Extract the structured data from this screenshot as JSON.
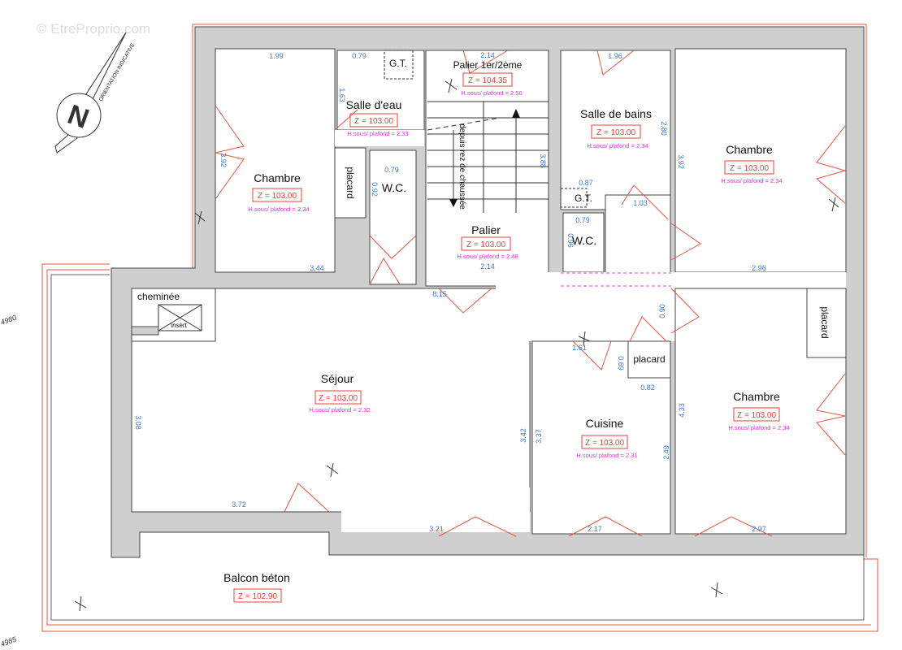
{
  "watermark": "© EtreProprio.com",
  "compass": {
    "letter": "N",
    "label": "ORIENTATION INDICATIVE"
  },
  "edge_labels": [
    "4980",
    "4985"
  ],
  "colors": {
    "wall": "#cfcfcf",
    "elevation": "#e8403a",
    "ceiling_height": "#e030e0",
    "dimension": "#3a78d8",
    "outline": "#e8553f"
  },
  "rooms": {
    "chambre_nw": {
      "name": "Chambre",
      "z": "Z = 103.00",
      "h": "H.sous/ plafond = 2.34"
    },
    "salle_eau": {
      "name": "Salle d'eau",
      "z": "Z = 103.00",
      "h": "H.sous/ plafond = 2.33"
    },
    "gt1": {
      "name": "G.T."
    },
    "placard1": {
      "name": "placard"
    },
    "wc1": {
      "name": "W.C."
    },
    "palier_haut": {
      "name": "Palier 1er/2ème",
      "z": "Z = 104.35",
      "h": "H.sous/ plafond = 2.56"
    },
    "stair": {
      "name": "depuis rez de chaussée"
    },
    "palier": {
      "name": "Palier",
      "z": "Z = 103.00",
      "h": "H.sous/ plafond = 2.48"
    },
    "salle_bains": {
      "name": "Salle de bains",
      "z": "Z = 103.00",
      "h": "H.sous/ plafond = 2.34"
    },
    "gt2": {
      "name": "G.T."
    },
    "wc2": {
      "name": "W.C."
    },
    "chambre_ne": {
      "name": "Chambre",
      "z": "Z = 103.00",
      "h": "H.sous/ plafond = 2.34"
    },
    "cheminee": {
      "name": "cheminée",
      "insert": "insert"
    },
    "sejour": {
      "name": "Séjour",
      "z": "Z = 103.00",
      "h": "H.sous/ plafond = 2.32"
    },
    "placard2": {
      "name": "placard"
    },
    "cuisine": {
      "name": "Cuisine",
      "z": "Z = 103.00",
      "h": "H.sous/ plafond = 2.31"
    },
    "chambre_se": {
      "name": "Chambre",
      "z": "Z = 103.00",
      "h": "H.sous/ plafond = 2.34"
    },
    "placard3": {
      "name": "placard"
    },
    "balcon": {
      "name": "Balcon béton",
      "z": "Z = 102.90"
    }
  },
  "dims": [
    "1.99",
    "0.79",
    "1.63",
    "3.92",
    "0.79",
    "0.92",
    "3.44",
    "8.15",
    "2.14",
    "3.88",
    "2.14",
    "1.96",
    "2.80",
    "3.92",
    "0.87",
    "1.03",
    "0.79",
    "0.96",
    "2.96",
    "3.08",
    "3.72",
    "3.21",
    "1.61",
    "0.69",
    "0.90",
    "0.82",
    "3.42",
    "3.37",
    "2.49",
    "4.33",
    "2.17",
    "2.97"
  ]
}
